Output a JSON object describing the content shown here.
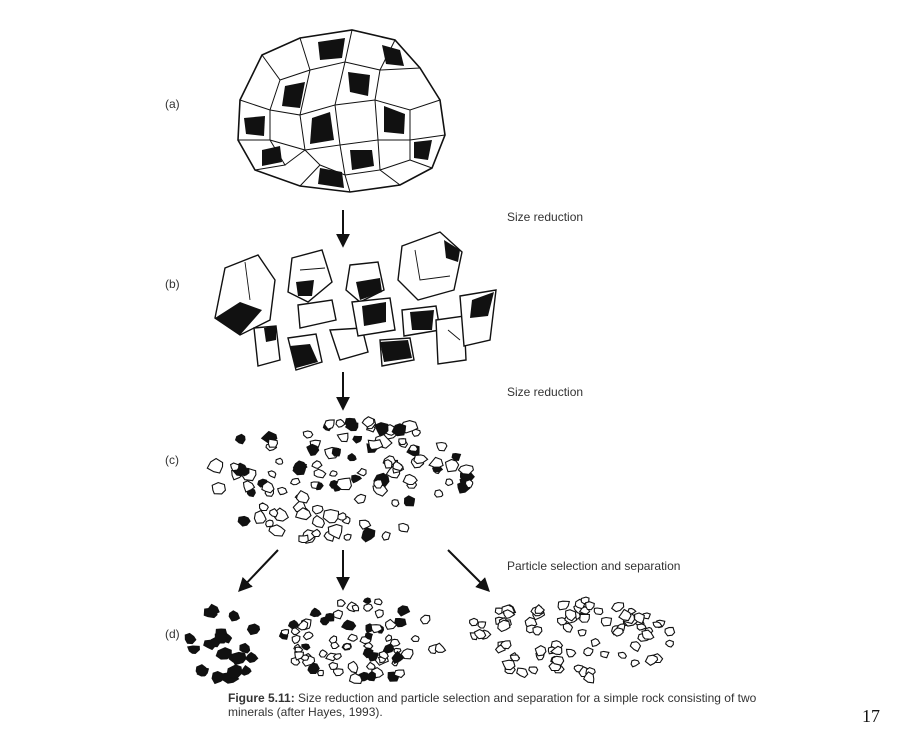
{
  "figure": {
    "labels": {
      "a": "(a)",
      "b": "(b)",
      "c": "(c)",
      "d": "(d)"
    },
    "steps": {
      "first": "Size reduction",
      "second": "Size reduction",
      "third": "Particle selection and separation"
    },
    "caption_label": "Figure 5.11:",
    "caption_text": " Size reduction and particle selection and separation for a simple rock consisting of two minerals (after Hayes, 1993)."
  },
  "page": {
    "number": "17"
  },
  "colors": {
    "ink": "#111111",
    "text": "#333333",
    "background": "#ffffff"
  }
}
